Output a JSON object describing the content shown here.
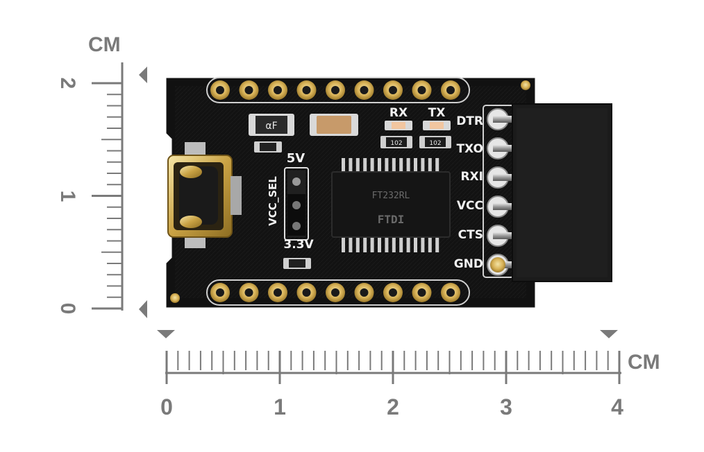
{
  "image": {
    "subject": "USB to serial adapter board with a ruler in centimeters",
    "background_color": "#ffffff",
    "board_color": "#111111",
    "gold_color": "#d8b257",
    "ruler_color": "#7a7a7a"
  },
  "rulers": {
    "vertical": {
      "unit": "CM",
      "labels": [
        "0",
        "1",
        "2"
      ]
    },
    "horizontal": {
      "unit": "CM",
      "labels": [
        "0",
        "1",
        "2",
        "3",
        "4"
      ]
    }
  },
  "board": {
    "header_pins": [
      "DTR",
      "TXO",
      "RXI",
      "VCC",
      "CTS",
      "GND"
    ],
    "led_labels": [
      "RX",
      "TX"
    ],
    "resistor_code": "102",
    "voltage_select": {
      "label": "VCC_SEL",
      "high": "5V",
      "low": "3.3V"
    },
    "fuse_mark": "αF",
    "chip_marking": [
      "FTDI",
      "FT232RL"
    ],
    "top_pad_count": 9,
    "bottom_pad_count": 9
  }
}
